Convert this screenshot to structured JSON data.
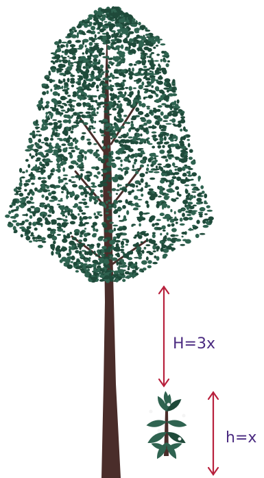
{
  "labels": {
    "tall_tree_height": "H=3x",
    "small_plant_height": "h=x"
  },
  "colors": {
    "arrow": "#b8203c",
    "label_text": "#4a2a80",
    "foliage_dark": "#1f4a3a",
    "foliage_mid": "#2f6350",
    "trunk": "#4a2d2a"
  },
  "icons": {
    "tree": "tall-tree",
    "plant": "small-sapling"
  }
}
